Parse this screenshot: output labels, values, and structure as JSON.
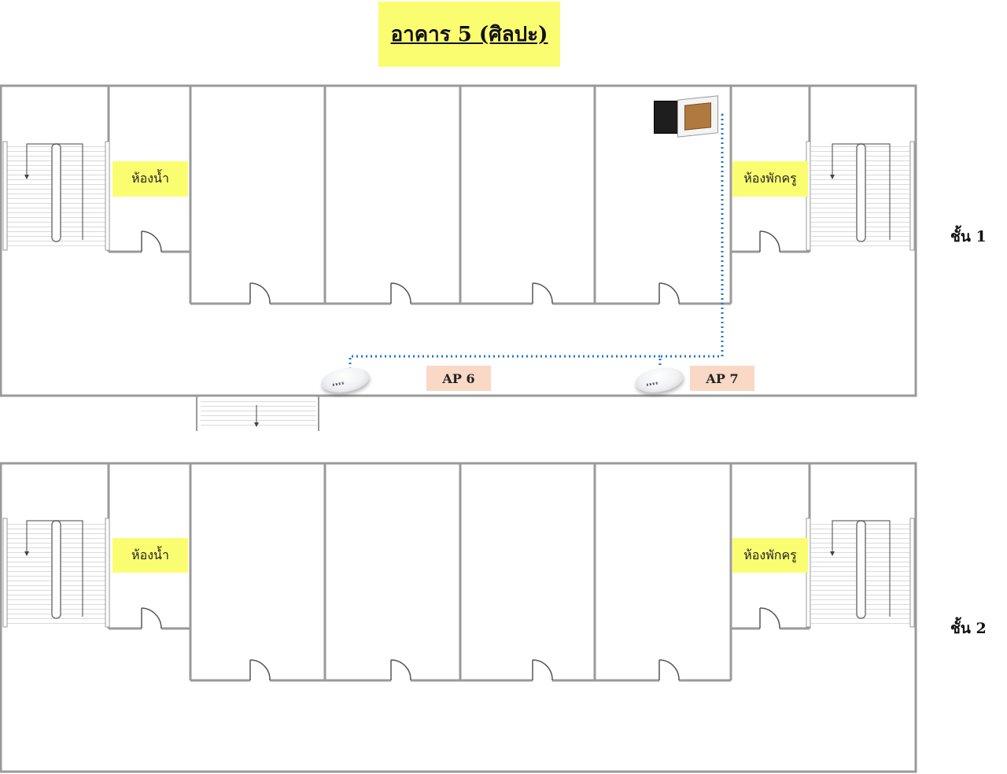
{
  "title": "อาคาร 5 (ศิลปะ)",
  "floors": [
    {
      "label": "ชั้น 1",
      "restroom": "ห้องน้ำ",
      "teacher_room": "ห้องพักครู"
    },
    {
      "label": "ชั้น 2",
      "restroom": "ห้องน้ำ",
      "teacher_room": "ห้องพักครู"
    }
  ],
  "access_points": [
    {
      "label": "AP 6",
      "icon": "wireless-access-point-icon"
    },
    {
      "label": "AP 7",
      "icon": "wireless-access-point-icon"
    }
  ],
  "equipment": {
    "rack_icon": "network-cabinet-icon"
  },
  "colors": {
    "label_yellow": "#fbfd71",
    "ap_label_peach": "#f9d8c5",
    "cable_blue": "#1f76c4",
    "wall_gray": "#9a9a9a"
  }
}
